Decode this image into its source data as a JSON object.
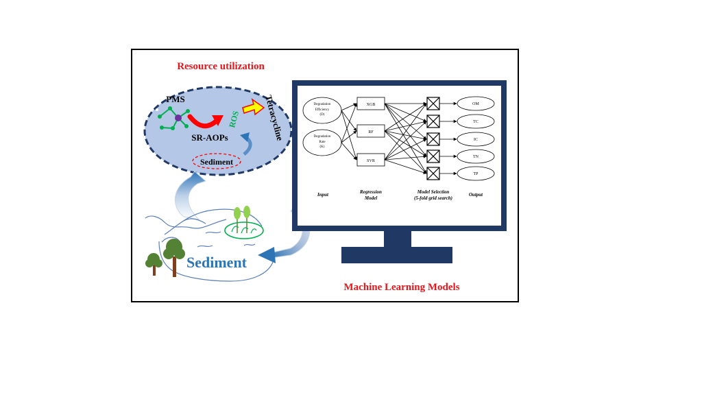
{
  "titles": {
    "resource": "Resource utilization",
    "ml": "Machine Learning Models"
  },
  "chemistry": {
    "pms": "PMS",
    "ros": "ROS",
    "tetracycline": "Tetracycline",
    "sraops": "SR-AOPs",
    "sediment_small": "Sediment"
  },
  "landscape": {
    "sediment_big": "Sediment"
  },
  "model": {
    "inputs": [
      {
        "line1": "Degradation",
        "line2": "Efficiency",
        "line3": "(D)"
      },
      {
        "line1": "Degradation",
        "line2": "Rate",
        "line3": "(K)"
      }
    ],
    "regressors": [
      "XGB",
      "RF",
      "SVR"
    ],
    "outputs": [
      "OM",
      "TC",
      "IC",
      "TN",
      "TP"
    ],
    "captions": {
      "input": "Input",
      "regression_1": "Regression",
      "regression_2": "Model",
      "selection_1": "Model Selection",
      "selection_2": "(5-fold grid search)",
      "output": "Output"
    }
  },
  "colors": {
    "title_red": "#e8151b",
    "monitor_navy": "#1f3864",
    "ellipse_fill": "#b4c7e7",
    "ellipse_border": "#203864",
    "sediment_blue": "#2e75b6",
    "ros_green": "#00b050",
    "arrow_red": "#ff0000",
    "arrow_yellow": "#ffff00"
  }
}
